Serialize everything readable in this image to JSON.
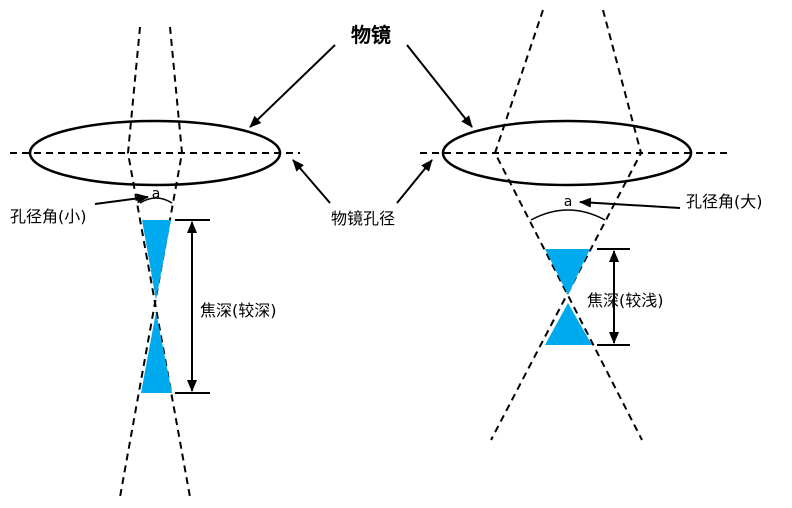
{
  "labels": {
    "objective": "物镜",
    "objective_aperture": "物镜孔径",
    "aperture_angle_small": "孔径角(小)",
    "aperture_angle_large": "孔径角(大)",
    "angle_symbol": "a",
    "depth_of_focus_deep": "焦深(较深)",
    "depth_of_focus_shallow": "焦深(较浅)"
  },
  "colors": {
    "focus_fill": "#00aaee",
    "line": "#000000"
  }
}
